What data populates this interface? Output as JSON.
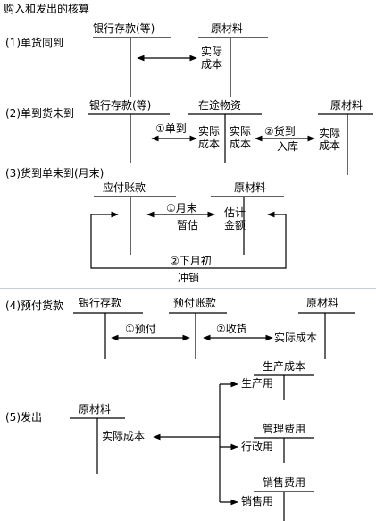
{
  "title": "购入和发出的核算",
  "s1": {
    "label": "(1)单货同到",
    "acct_bank": "银行存款(等)",
    "acct_material": "原材料",
    "actual_cost": [
      "实际",
      "成本"
    ]
  },
  "s2": {
    "label": "(2)单到货未到",
    "acct_bank": "银行存款(等)",
    "acct_transit": "在途物资",
    "acct_material": "原材料",
    "step1": "①单到",
    "step2": [
      "②货到",
      "入库"
    ],
    "actual_cost": [
      "实际",
      "成本"
    ]
  },
  "s3": {
    "label": "(3)货到单未到(月末)",
    "acct_payable": "应付账款",
    "acct_material": "原材料",
    "step1": [
      "①月末",
      "暂估"
    ],
    "estimate": [
      "估计",
      "金额"
    ],
    "step2": "②下月初",
    "reverse": "冲销"
  },
  "s4": {
    "label": "(4)预付货款",
    "acct_bank": "银行存款",
    "acct_prepaid": "预付账款",
    "acct_material": "原材料",
    "step1": "①预付",
    "step2": "②收货",
    "actual_cost": "实际成本"
  },
  "s5": {
    "label": "(5)发出",
    "acct_material": "原材料",
    "actual_cost": "实际成本",
    "targets": [
      {
        "account": "生产成本",
        "use": "生产用"
      },
      {
        "account": "管理费用",
        "use": "行政用"
      },
      {
        "account": "销售费用",
        "use": "销售用"
      }
    ]
  }
}
